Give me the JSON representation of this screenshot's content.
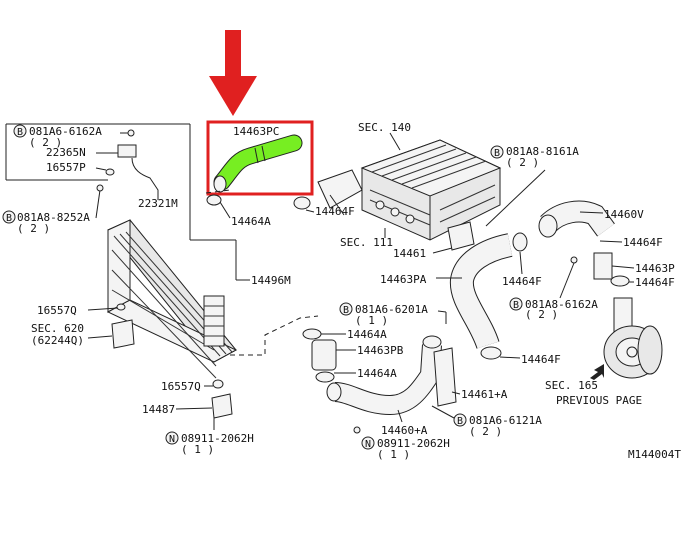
{
  "highlight_color": "#77ee22",
  "arrow_color": "#e02020",
  "box_color": "#e02020",
  "highlighted_part": "14463PC",
  "labels": {
    "p14463PC": "14463PC",
    "p14464A_top": "14464A",
    "sec140": "SEC. 140",
    "b081A8_8161A": "081A8-8161A",
    "b081A8_8161A_qty": "( 2 )",
    "p14460V": "14460V",
    "p14464F_a": "14464F",
    "p14464F_b": "14464F",
    "p14464F_c": "14464F",
    "p14464F_d": "14464F",
    "p14464F_e": "14464F",
    "sec111": "SEC. 111",
    "p14461": "14461",
    "p14463PA": "14463PA",
    "p14463P": "14463P",
    "b081A8_6162A": "081A8-6162A",
    "b081A8_6162A_qty": "( 2 )",
    "sec165": "SEC. 165",
    "previous_page": "PREVIOUS PAGE",
    "b081A6_6162A": "081A6-6162A",
    "b081A6_6162A_qty": "( 2 )",
    "p22365N": "22365N",
    "p16557P": "16557P",
    "p22321M": "22321M",
    "b081A8_8252A": "081A8-8252A",
    "b081A8_8252A_qty": "( 2 )",
    "p14496M": "14496M",
    "p16557Q_a": "16557Q",
    "sec620": "SEC. 620",
    "sec620_sub": "(62244Q)",
    "b081A6_6201A": "081A6-6201A",
    "b081A6_6201A_qty": "( 1 )",
    "p14464A_mid": "14464A",
    "p14463PB": "14463PB",
    "p14464A_low": "14464A",
    "p16557Q_b": "16557Q",
    "p14487": "14487",
    "p14461A": "14461+A",
    "b081A6_6121A": "081A6-6121A",
    "b081A6_6121A_qty": "( 2 )",
    "p14460A": "14460+A",
    "n08911_a": "08911-2062H",
    "n08911_a_qty": "( 1 )",
    "n08911_b": "08911-2062H",
    "n08911_b_qty": "( 1 )",
    "drawing_id": "M144004T",
    "bolt_symbol": "B",
    "nut_symbol": "N"
  }
}
